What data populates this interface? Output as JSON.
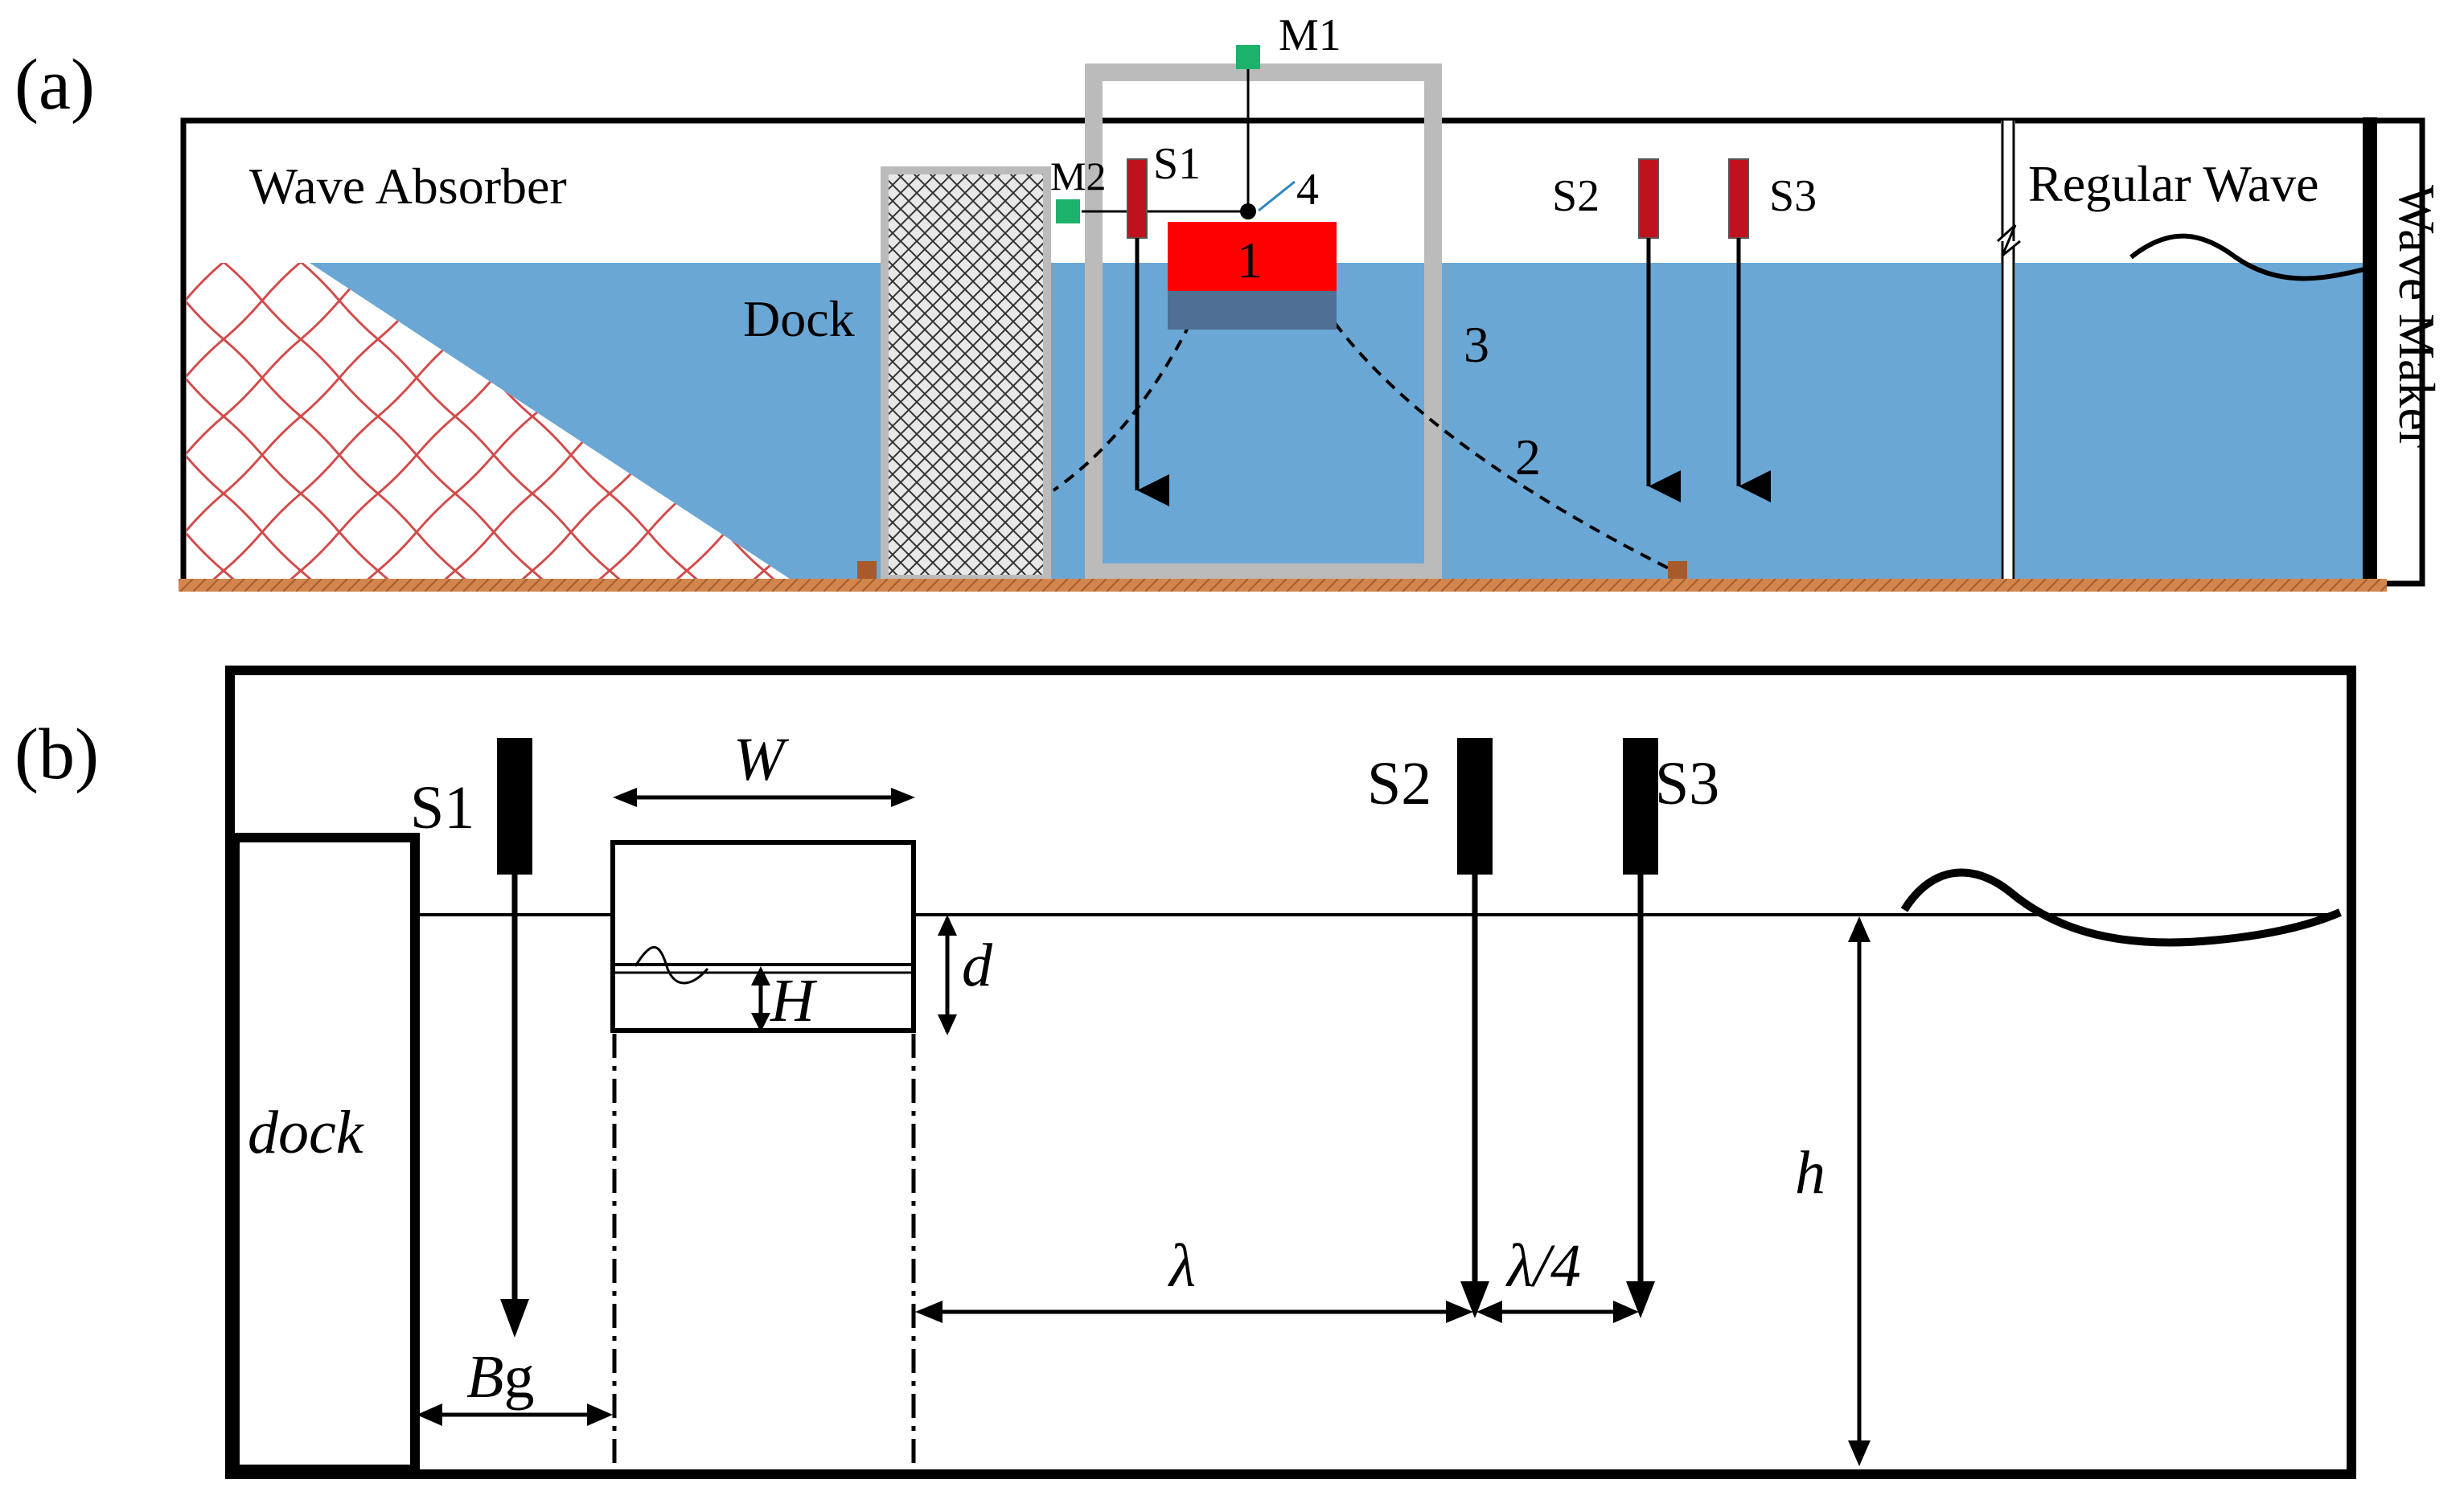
{
  "panel_a": {
    "label": "(a)",
    "wave_absorber": "Wave Absorber",
    "dock": "Dock",
    "regular_wave": "Regular Wave",
    "wave_maker": "Wave Maker",
    "markers": {
      "m1": "M1",
      "m2": "M2"
    },
    "sensors": {
      "s1": "S1",
      "s2": "S2",
      "s3": "S3"
    },
    "numbers": {
      "n1": "1",
      "n2": "2",
      "n3": "3",
      "n4": "4"
    }
  },
  "panel_b": {
    "label": "(b)",
    "dock": "dock",
    "sensors": {
      "s1": "S1",
      "s2": "S2",
      "s3": "S3"
    },
    "dims": {
      "W": "W",
      "d": "d",
      "H": "H",
      "h": "h",
      "lambda": "λ",
      "lambda_quarter": "λ/4",
      "Bg_B": "B",
      "Bg_g": "g"
    }
  },
  "colors": {
    "water": "#6BA7D5",
    "float_top": "#FF0000",
    "float_bottom": "#4F6F94",
    "sensor": "#C0111F",
    "marker": "#1DB26B",
    "frame_gray": "#BBBBBB",
    "seabed": "#D2864D",
    "absorber_pattern": "#D24B4B"
  }
}
